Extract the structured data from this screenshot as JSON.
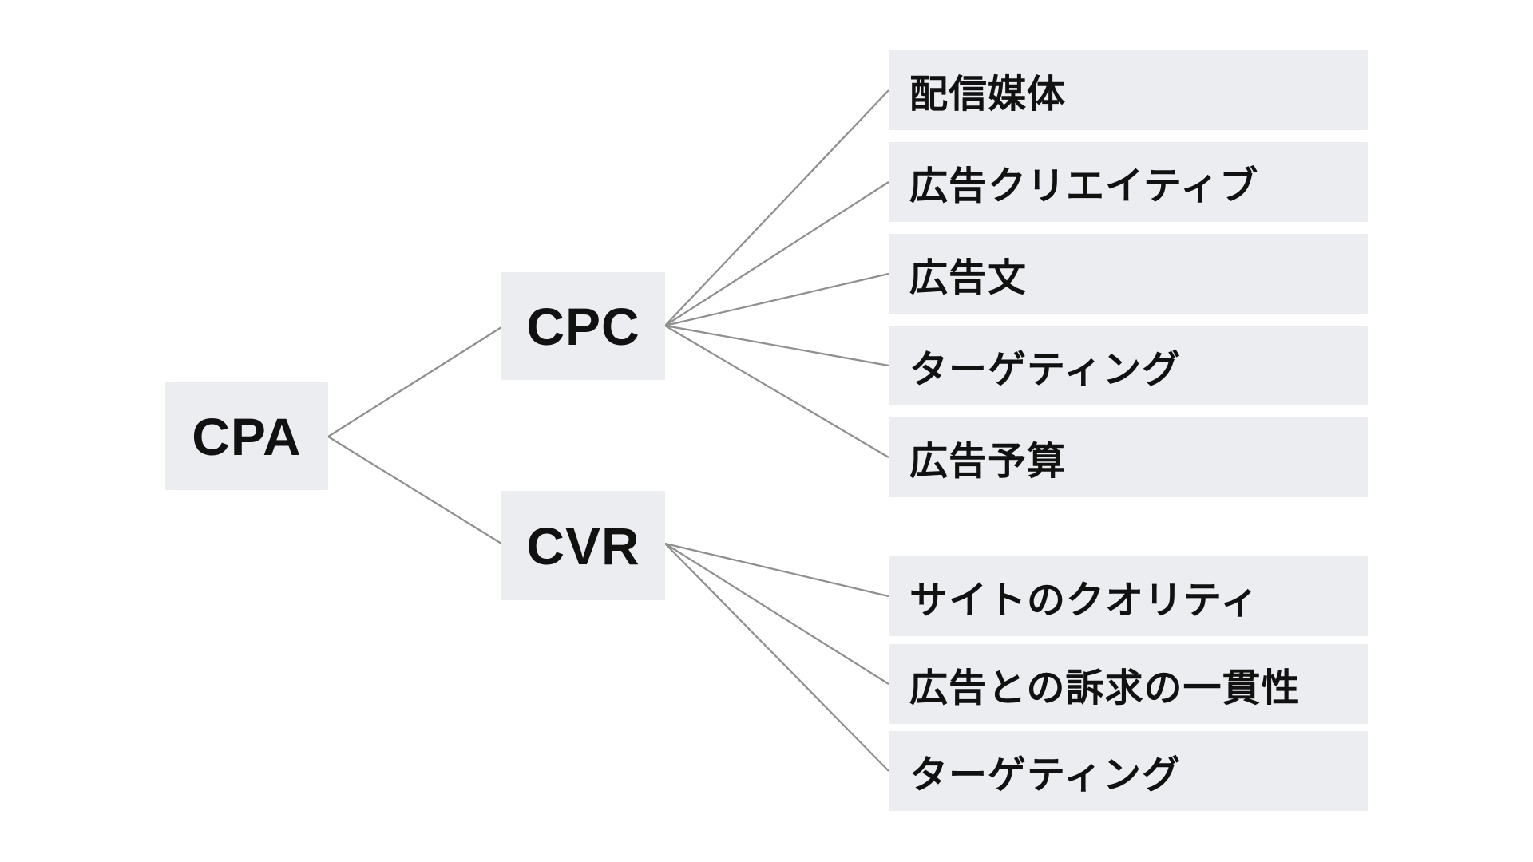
{
  "diagram": {
    "root": {
      "label": "CPA"
    },
    "branches": [
      {
        "label": "CPC",
        "factors": [
          "配信媒体",
          "広告クリエイティブ",
          "広告文",
          "ターゲティング",
          "広告予算"
        ]
      },
      {
        "label": "CVR",
        "factors": [
          "サイトのクオリティ",
          "広告との訴求の一貫性",
          "ターゲティング"
        ]
      }
    ],
    "colors": {
      "box_bg": "#ECEDF1",
      "text": "#111111",
      "line": "#8F8F8F",
      "page_bg": "#FFFFFF"
    }
  }
}
